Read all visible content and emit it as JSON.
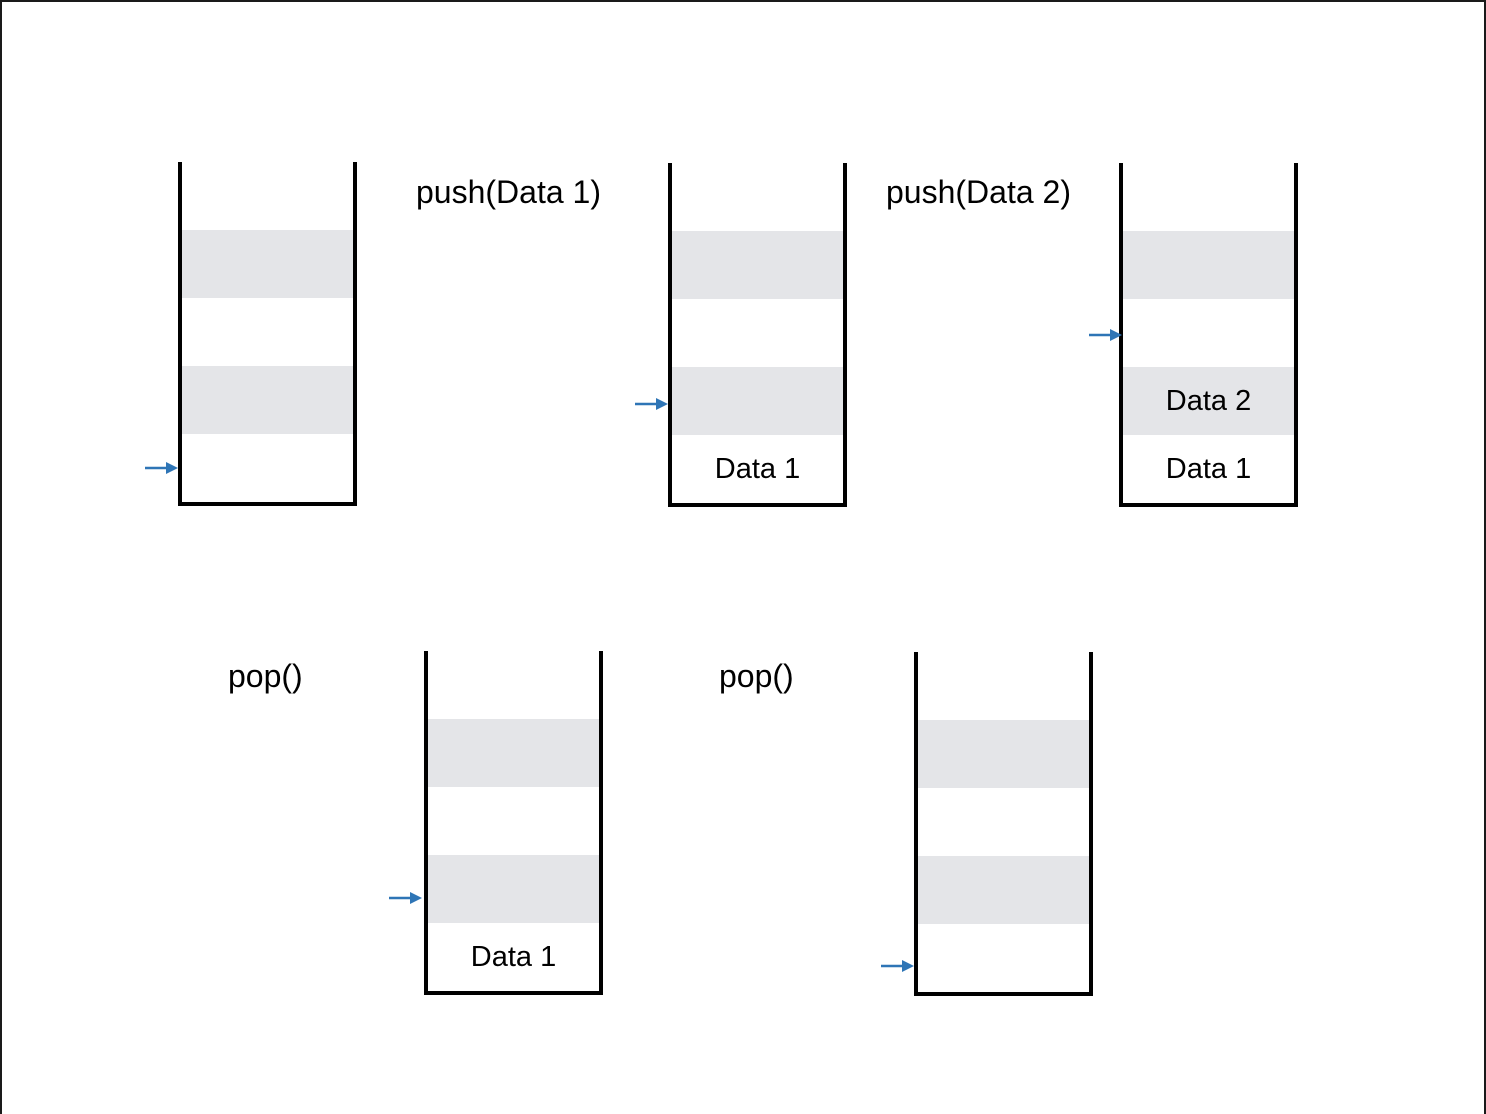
{
  "colors": {
    "wall": "#000000",
    "shade": "#e4e5e8",
    "pointer": "#2e75b6"
  },
  "operations": {
    "push1": "push(Data 1)",
    "push2": "push(Data 2)",
    "pop1": "pop()",
    "pop2": "pop()"
  },
  "stacks": [
    {
      "state": "empty",
      "slots": [
        "",
        "",
        "",
        "",
        ""
      ],
      "top_pointer_slot": 4
    },
    {
      "state": "after push(Data 1)",
      "slots": [
        "",
        "",
        "",
        "",
        "Data 1"
      ],
      "top_pointer_slot": 3
    },
    {
      "state": "after push(Data 2)",
      "slots": [
        "",
        "",
        "",
        "Data 2",
        "Data 1"
      ],
      "top_pointer_slot": 2
    },
    {
      "state": "after pop()",
      "slots": [
        "",
        "",
        "",
        "",
        "Data 1"
      ],
      "top_pointer_slot": 3
    },
    {
      "state": "after pop()",
      "slots": [
        "",
        "",
        "",
        "",
        ""
      ],
      "top_pointer_slot": 4
    }
  ]
}
